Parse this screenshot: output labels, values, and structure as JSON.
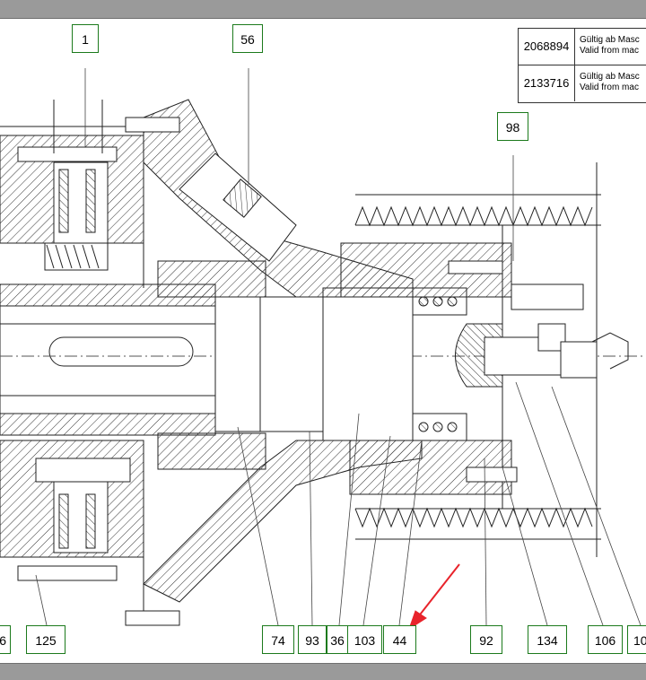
{
  "validity_table": {
    "rows": [
      {
        "number": "2068894",
        "line1": "Gültig ab Masc",
        "line2": "Valid from mac"
      },
      {
        "number": "2133716",
        "line1": "Gültig ab Masc",
        "line2": "Valid from mac"
      }
    ]
  },
  "callouts": {
    "c1": "1",
    "c56": "56",
    "c98": "98",
    "c6": "6",
    "c125": "125",
    "c74": "74",
    "c93": "93",
    "c36": "36",
    "c103": "103",
    "c44": "44",
    "c92": "92",
    "c134": "134",
    "c106": "106",
    "c10x": "10"
  },
  "colors": {
    "callout_border": "#1c7a1c",
    "line": "#222222",
    "arrow": "#e8232b",
    "background": "#9a9a9a"
  }
}
